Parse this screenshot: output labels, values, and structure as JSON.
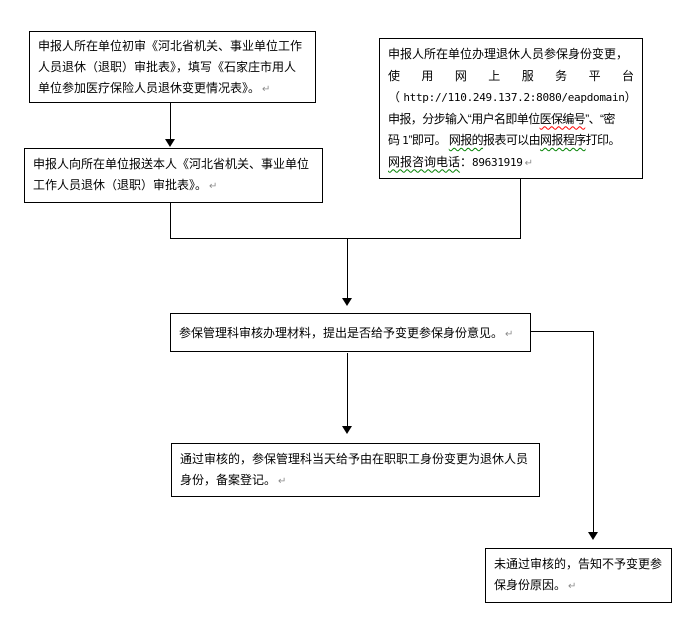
{
  "marks": {
    "return": "↵"
  },
  "colors": {
    "background": "#ffffff",
    "box_border": "#000000",
    "text": "#000000",
    "spelling_underline": "#ff0000",
    "grammar_underline": "#008000",
    "return_mark": "#8c8c8c"
  },
  "boxes": {
    "unit_initial_review": {
      "lines": [
        "申报人所在单位初审《河北省机关、事业单位工作",
        "人员退休（退职）审批表》，填写《石家庄市用人",
        "单位参加医疗保险人员退休变更情况表》。"
      ]
    },
    "submit_to_unit": {
      "lines": [
        "申报人向所在单位报送本人《河北省机关、事业单位",
        "工作人员退休（退职）审批表》。"
      ]
    },
    "online_declare": {
      "line1": "申报人所在单位办理退休人员参保身份变更，",
      "line2": "使 用 网 上 服 务 平 台",
      "line3": {
        "open": "（ ",
        "url": "http://110.249.137.2:8080/eapdomain",
        "close": "）"
      },
      "line4": {
        "pre": "申报，分步输入“用户名即单位",
        "flagged": "医保编号",
        "post": "”、“密"
      },
      "line5": {
        "pre": "码 ",
        "num": "1",
        "mid1": "”即可。 ",
        "flagged1": "网报的",
        "mid2": "报表可以由",
        "flagged2": "网报程序",
        "post": "打印。"
      },
      "line6": {
        "flagged": "网报咨询电话",
        "colon": "：",
        "phone": "89631919"
      }
    },
    "audit_review": {
      "line": "参保管理科审核办理材料，提出是否给予变更参保身份意见。"
    },
    "approved_register": {
      "lines": [
        "通过审核的，参保管理科当天给予由在职职工身份变更为退休人员",
        "身份，备案登记。"
      ]
    },
    "rejected_notice": {
      "lines": [
        "未通过审核的，告知不予变更参",
        "保身份原因。"
      ]
    }
  }
}
